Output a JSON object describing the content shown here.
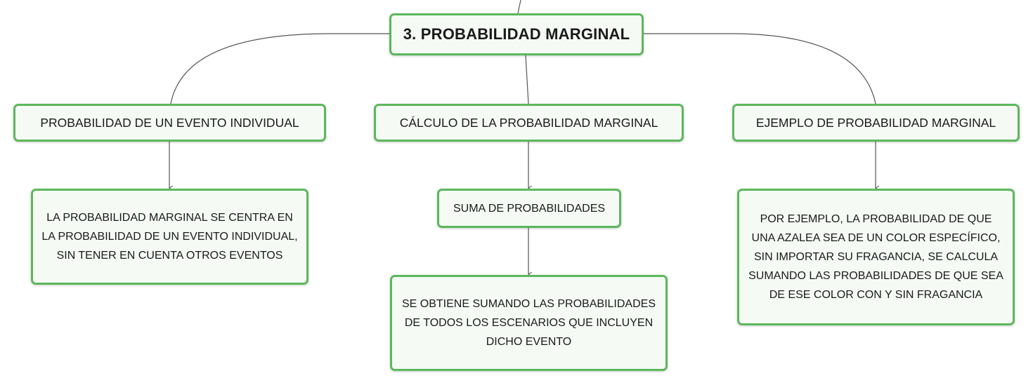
{
  "diagram": {
    "root": "3. PROBABILIDAD MARGINAL",
    "branches": [
      {
        "title": "PROBABILIDAD DE UN EVENTO INDIVIDUAL",
        "children": [
          "LA PROBABILIDAD MARGINAL SE CENTRA EN LA PROBABILIDAD DE UN EVENTO INDIVIDUAL, SIN TENER EN CUENTA OTROS EVENTOS"
        ]
      },
      {
        "title": "CÁLCULO DE LA PROBABILIDAD MARGINAL",
        "children": [
          "SUMA DE PROBABILIDADES",
          "SE OBTIENE SUMANDO LAS PROBABILIDADES DE TODOS LOS ESCENARIOS QUE INCLUYEN DICHO EVENTO"
        ]
      },
      {
        "title": "EJEMPLO DE PROBABILIDAD MARGINAL",
        "children": [
          "POR EJEMPLO, LA PROBABILIDAD DE QUE UNA AZALEA SEA DE UN COLOR ESPECÍFICO, SIN IMPORTAR SU FRAGANCIA, SE CALCULA SUMANDO LAS PROBABILIDADES DE QUE SEA DE ESE COLOR CON Y SIN FRAGANCIA"
        ]
      }
    ]
  },
  "colors": {
    "node_border": "#5cb85c",
    "node_fill": "#f5faf5",
    "connector": "#555555"
  }
}
